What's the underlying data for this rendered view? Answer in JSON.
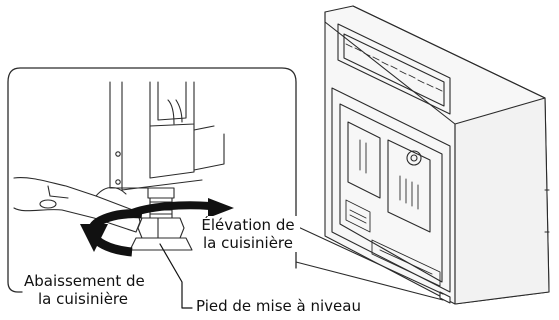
{
  "labels": {
    "raise": {
      "line1": "Élévation de",
      "line2": "la cuisinière"
    },
    "lower": {
      "line1": "Abaissement de",
      "line2": "la cuisinière"
    },
    "foot": "Pied de mise à niveau"
  },
  "icons": {
    "wrench": "wrench-icon",
    "raise_arrow": "curved-arrow-clockwise-icon",
    "lower_arrow": "curved-arrow-counterclockwise-icon"
  },
  "colors": {
    "line": "#2b2b2b",
    "arrow": "#111111",
    "appliance_fill": "#f7f7f7"
  }
}
